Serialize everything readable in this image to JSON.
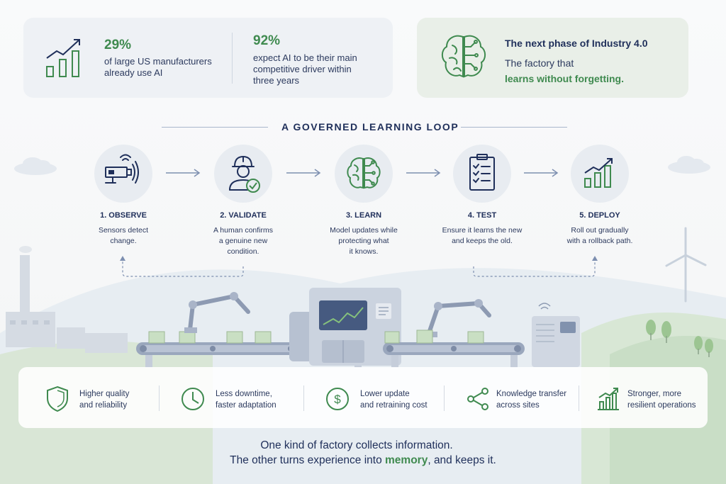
{
  "stats": [
    {
      "value": "29%",
      "text_line1": "of large US manufacturers",
      "text_line2": "already use AI"
    },
    {
      "value": "92%",
      "text_line1": "expect AI to be their main",
      "text_line2": "competitive driver within",
      "text_line3": "three years"
    }
  ],
  "phase": {
    "title": "The next phase of Industry 4.0",
    "line1": "The factory that",
    "accent": "learns without forgetting."
  },
  "loop_title": "A GOVERNED LEARNING LOOP",
  "steps": [
    {
      "title": "1. OBSERVE",
      "desc1": "Sensors detect",
      "desc2": "change.",
      "desc3": "",
      "icon": "camera-sensor-icon"
    },
    {
      "title": "2. VALIDATE",
      "desc1": "A human confirms",
      "desc2": "a genuine new",
      "desc3": "condition.",
      "icon": "worker-check-icon"
    },
    {
      "title": "3. LEARN",
      "desc1": "Model updates while",
      "desc2": "protecting what",
      "desc3": "it knows.",
      "icon": "brain-circuit-icon"
    },
    {
      "title": "4. TEST",
      "desc1": "Ensure it learns the new",
      "desc2": "and keeps the old.",
      "desc3": "",
      "icon": "checklist-icon"
    },
    {
      "title": "5. DEPLOY",
      "desc1": "Roll out gradually",
      "desc2": "with a rollback path.",
      "desc3": "",
      "icon": "growth-chart-icon"
    }
  ],
  "benefits": [
    {
      "line1": "Higher quality",
      "line2": "and reliability",
      "icon": "shield-icon"
    },
    {
      "line1": "Less downtime,",
      "line2": "faster adaptation",
      "icon": "clock-icon"
    },
    {
      "line1": "Lower update",
      "line2": "and retraining cost",
      "icon": "dollar-icon"
    },
    {
      "line1": "Knowledge transfer",
      "line2": "across sites",
      "icon": "share-icon"
    },
    {
      "line1": "Stronger, more",
      "line2": "resilient operations",
      "icon": "bar-chart-icon"
    }
  ],
  "footer": {
    "line1": "One kind of factory collects information.",
    "line2_pre": "The other turns experience into ",
    "line2_accent": "memory",
    "line2_post": ", and keeps it."
  },
  "colors": {
    "navy": "#1f2f5a",
    "green": "#3f8a4f",
    "card": "#eef1f5",
    "green_card": "#e9efe8"
  }
}
